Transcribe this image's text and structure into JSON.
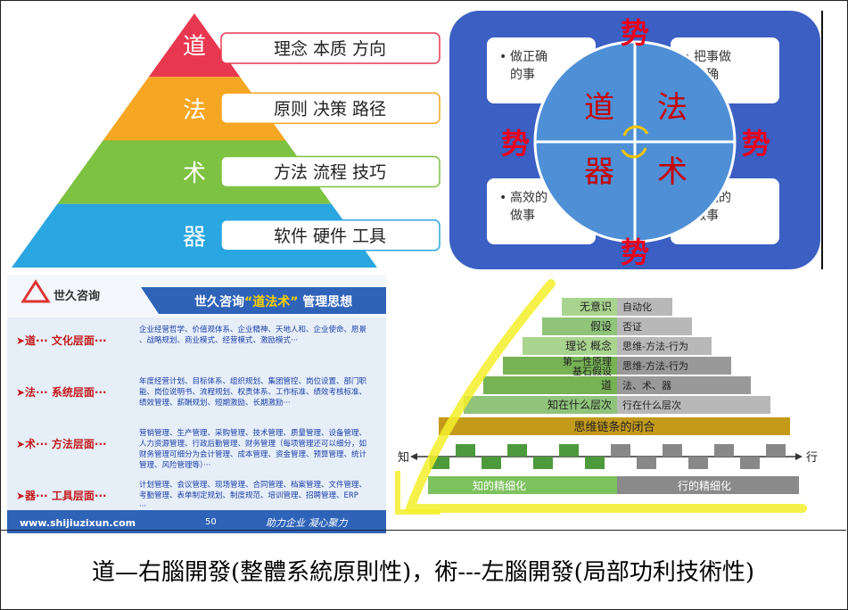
{
  "pyramid": {
    "levels": [
      {
        "char": "道",
        "desc": "理念  本质  方向",
        "color": "#e8384f"
      },
      {
        "char": "法",
        "desc": "原则  决策  路径",
        "color": "#f5a623"
      },
      {
        "char": "术",
        "desc": "方法  流程  技巧",
        "color": "#7dc242"
      },
      {
        "char": "器",
        "desc": "软件  硬件  工具",
        "color": "#2aa6e0"
      }
    ]
  },
  "circle": {
    "shi": "势",
    "quadrants": [
      "道",
      "法",
      "器",
      "术"
    ],
    "boxes": [
      "做正确的事",
      "把事做正确",
      "高效的做事",
      "正确的做事"
    ],
    "bg": "#3b5fc2"
  },
  "slide": {
    "logo": "世久咨询",
    "title_prefix": "世久咨询",
    "title_highlight": "“道法术”",
    "title_suffix": "管理思想",
    "rows": [
      {
        "label": "➤道··· 文化层面···",
        "text": "企业经营哲学、价值观体系、企业精神、天地人和、企业使命、愿景、战略规划、商业模式、经营模式、激励模式···"
      },
      {
        "label": "➤法··· 系统层面···",
        "text": "年度经营计划、目标体系、组织规划、集团管控、岗位设置、部门职能、岗位说明书、流程规划、权责体系、工作标准、绩效考核标准、绩效管理、薪酬规划、短期激励、长期激励···"
      },
      {
        "label": "➤术··· 方法层面···",
        "text": "营销管理、生产管理、采购管理、技术管理、质量管理、设备管理、人力资源管理、行政后勤管理、财务管理（每项管理还可以细分，如财务管理可细分为会计管理、成本管理、资金管理、预算管理、统计管理、风险管理等）···"
      },
      {
        "label": "➤器··· 工具层面···",
        "text": "计划管理、会议管理、现场管理、合同管理、档案管理、文件管理、考勤管理、表单制定规划、制度规范、培训管理、招聘管理、ERP···"
      }
    ],
    "url": "www.shijiuzixun.com",
    "page": "50",
    "slogan": "助力企业  凝心聚力"
  },
  "stairs": {
    "rows": [
      {
        "left": "无意识",
        "right": "自动化"
      },
      {
        "left": "假设",
        "right": "否证"
      },
      {
        "left": "理论  概念",
        "right": "思维-方法-行为"
      },
      {
        "left": "第一性原理\n基石假设",
        "right": "思维-方法-行为"
      },
      {
        "left": "道",
        "right": "法、术、器"
      },
      {
        "left": "知在什么层次",
        "right": "行在什么层次"
      }
    ],
    "chain": "思维链条的闭合",
    "zhi": "知",
    "xing": "行",
    "left_bottom": "知的精细化",
    "right_bottom": "行的精细化"
  },
  "caption": "道—右腦開發(整體系統原則性)，術---左腦開發(局部功利技術性)"
}
